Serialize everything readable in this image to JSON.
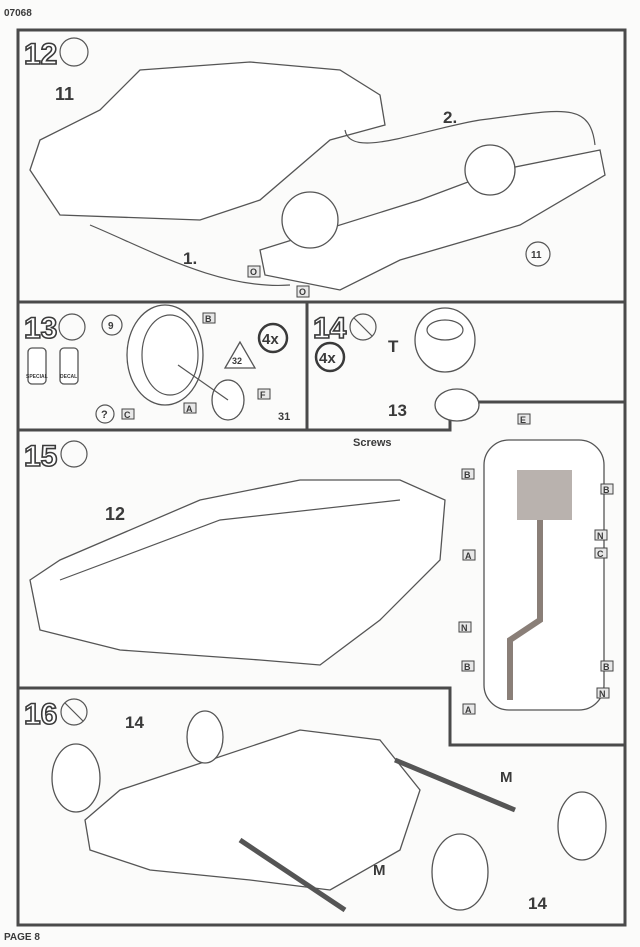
{
  "header": {
    "code": "07068"
  },
  "footer": {
    "page": "PAGE 8"
  },
  "steps": [
    {
      "number": "12",
      "icon": "glue-icon",
      "labels": {
        "body": "11",
        "chassis": "11",
        "arrow1": "1.",
        "arrow2": "2.",
        "flag1": "O",
        "flag2": "O"
      }
    },
    {
      "number": "13",
      "icon": "glue-icon",
      "quantity": "4x",
      "labels": {
        "rim": "9",
        "hub": "31",
        "triangle": "32",
        "flagB": "B",
        "flagC": "C",
        "flagA": "A",
        "flagF": "F",
        "help": "?"
      },
      "paints": [
        "SPECIAL",
        "DECAL"
      ]
    },
    {
      "number": "14",
      "icon": "no-glue-icon",
      "quantity": "4x",
      "labels": {
        "tire": "T",
        "wheel": "13"
      }
    },
    {
      "number": "15",
      "icon": "screw-icon",
      "labels": {
        "body": "12",
        "screws": "Screws"
      },
      "bottom_view_flags": [
        "E",
        "B",
        "B",
        "N",
        "A",
        "C",
        "N",
        "B",
        "B",
        "A",
        "N"
      ]
    },
    {
      "number": "16",
      "icon": "no-glue-icon",
      "labels": {
        "wheel_left": "14",
        "wheel_right": "14",
        "axle1": "M",
        "axle2": "M"
      }
    }
  ],
  "colors": {
    "ink": "#3a3a3a",
    "paper": "#fbfbfa",
    "shade": "#8a7f78"
  }
}
